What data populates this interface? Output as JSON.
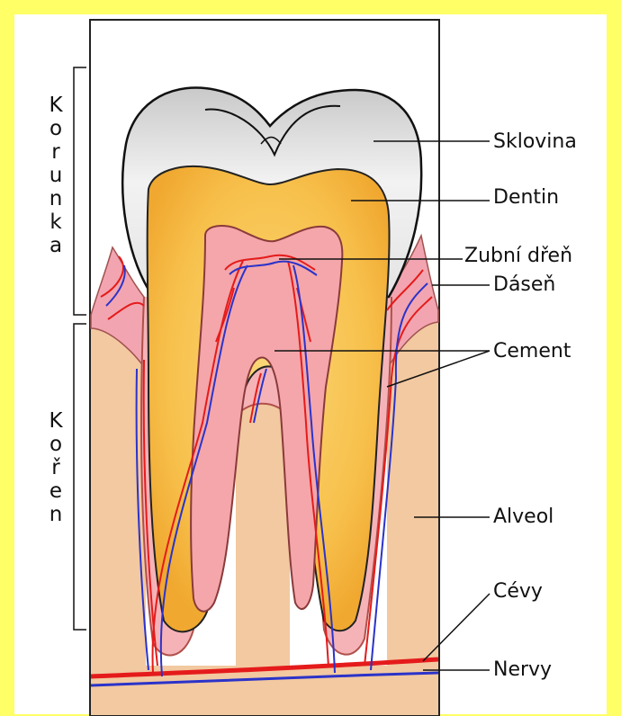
{
  "diagram": {
    "section_labels": {
      "crown": "Korunka",
      "root": "Kořen"
    },
    "part_labels": {
      "enamel": "Sklovina",
      "dentin": "Dentin",
      "pulp": "Zubní dřeň",
      "gum": "Dáseň",
      "cement": "Cement",
      "alveolus": "Alveol",
      "vessels": "Cévy",
      "nerves": "Nervy"
    },
    "colors": {
      "border": "#ffff66",
      "bone": "#f2c9a0",
      "gum": "#f0a8b0",
      "enamel": "#eeeeee",
      "dentin": "#f7c850",
      "pulp": "#f4a6aa",
      "artery": "#e51b1b",
      "vein": "#2b33c9"
    }
  }
}
